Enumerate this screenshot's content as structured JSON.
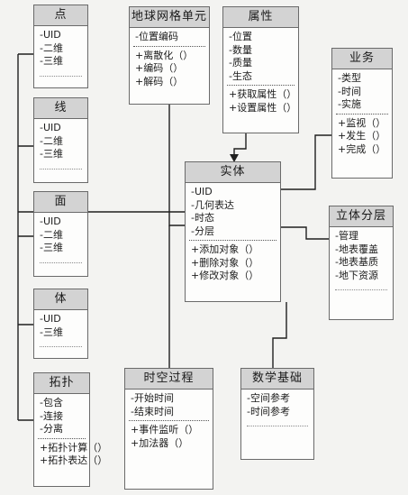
{
  "classes": {
    "point": {
      "title": "点",
      "attributes": [
        "-UID",
        "-二维",
        "-三维"
      ],
      "methods": []
    },
    "line": {
      "title": "线",
      "attributes": [
        "-UID",
        "-二维",
        "-三维"
      ],
      "methods": []
    },
    "surface": {
      "title": "面",
      "attributes": [
        "-UID",
        "-二维",
        "-三维"
      ],
      "methods": []
    },
    "body": {
      "title": "体",
      "attributes": [
        "-UID",
        "-三维"
      ],
      "methods": []
    },
    "topology": {
      "title": "拓扑",
      "attributes": [
        "-包含",
        "-连接",
        "-分离"
      ],
      "methods": [
        "+拓扑计算（）",
        "+拓扑表达（）"
      ]
    },
    "grid": {
      "title": "地球网格单元",
      "attributes": [
        "-位置编码"
      ],
      "methods": [
        "+离散化（）",
        "+编码（）",
        "+解码（）"
      ]
    },
    "property": {
      "title": "属性",
      "attributes": [
        "-位置",
        "-数量",
        "-质量",
        "-生态"
      ],
      "methods": [
        "+获取属性（）",
        "+设置属性（）"
      ]
    },
    "business": {
      "title": "业务",
      "attributes": [
        "-类型",
        "-时间",
        "-实施"
      ],
      "methods": [
        "+监视（）",
        "+发生（）",
        "+完成（）"
      ]
    },
    "entity": {
      "title": "实体",
      "attributes": [
        "-UID",
        "-几何表达",
        "-时态",
        "-分层"
      ],
      "methods": [
        "+添加对象（）",
        "+删除对象（）",
        "+修改对象（）"
      ]
    },
    "layer": {
      "title": "立体分层",
      "attributes": [
        "-管理",
        "-地表覆盖",
        "-地表基质",
        "-地下资源"
      ],
      "methods": []
    },
    "process": {
      "title": "时空过程",
      "attributes": [
        "-开始时间",
        "-结束时间"
      ],
      "methods": [
        "+事件监听（）",
        "+加法器（）"
      ]
    },
    "math": {
      "title": "数学基础",
      "attributes": [
        "-空间参考",
        "-时间参考"
      ],
      "methods": []
    }
  }
}
